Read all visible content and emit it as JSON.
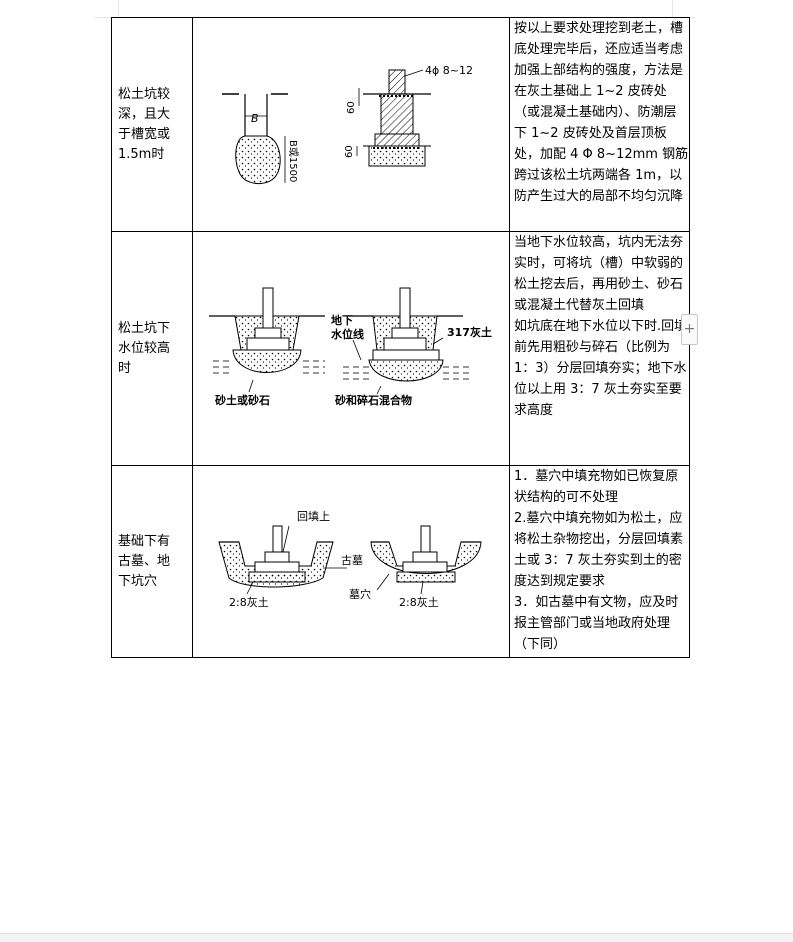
{
  "rows": [
    {
      "condition": "松土坑较\n深，且大\n于槽宽或\n1.5m时",
      "figure": {
        "label_rebar": "4ϕ 8~12",
        "label_b": "B",
        "label_depth": "B或1500",
        "label_60_top": "60",
        "label_60_bottom": "60"
      },
      "treatment": [
        "按以上要求处理挖到老土，槽底处理完毕后，还应适当考虑加强上部结构的强度，方法是在灰土基础上 1~2 皮砖处（或混凝土基础内）、防潮层下 1~2 皮砖处及首层顶板处，加配 4 Φ 8~12mm 钢筋跨过该松土坑两端各 1m，以防产生过大的局部不均匀沉降"
      ]
    },
    {
      "condition": "松土坑下\n水位较高\n时",
      "figure": {
        "label_water_line": "地下\n水位线",
        "label_lime_soil": "317灰土",
        "label_sand": "砂土或砂石",
        "label_mixture": "砂和碎石混合物"
      },
      "treatment": [
        "当地下水位较高，坑内无法夯实时，可将坑（槽）中软弱的松土挖去后，再用砂土、砂石或混凝土代替灰土回填",
        "如坑底在地下水位以下时.回填前先用粗砂与碎石（比例为 1：3）分层回填夯实；地下水位以上用 3：7 灰土夯实至要求高度"
      ]
    },
    {
      "condition": "基础下有\n古墓、地\n下坑穴",
      "figure": {
        "label_backfill": "回填上",
        "label_tomb": "古墓",
        "label_cavity": "墓穴",
        "label_lime_left": "2:8灰土",
        "label_lime_right": "2:8灰土"
      },
      "treatment": [
        "1．墓穴中填充物如已恢复原状结构的可不处理",
        "2.墓穴中填充物如为松土，应将松土杂物挖出，分层回填素土或 3：7 灰土夯实到土的密度达到规定要求",
        "3．如古墓中有文物，应及时报主管部门或当地政府处理（下同）"
      ]
    }
  ],
  "side_button": "+"
}
